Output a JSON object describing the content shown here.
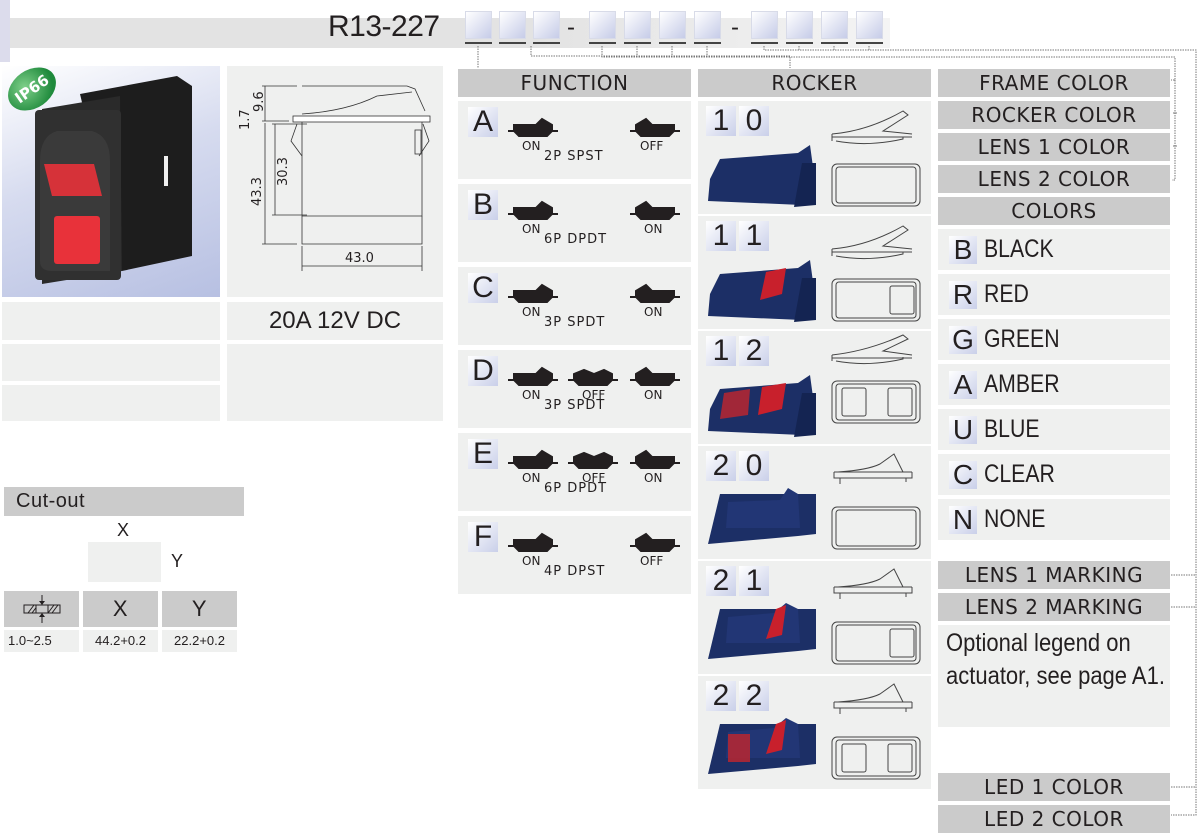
{
  "header": {
    "model_prefix": "R13-227",
    "code_groups": [
      {
        "slots": 3,
        "targets": [
          "FUNCTION",
          "ROCKER"
        ]
      },
      {
        "slots": 4,
        "targets": [
          "FRAME COLOR",
          "ROCKER COLOR",
          "LENS 1 COLOR",
          "LENS 2 COLOR"
        ]
      },
      {
        "slots": 4,
        "targets": [
          "LENS 1 MARKING",
          "LENS 2 MARKING",
          "LED 1 COLOR",
          "LED 2 COLOR"
        ]
      }
    ],
    "separator": "-"
  },
  "product": {
    "badge": "IP66",
    "rating": "20A 12V DC",
    "dimensions": {
      "d1": "9.6",
      "d2": "1.7",
      "d3": "30.3",
      "d4": "43.3",
      "d5": "43.0"
    }
  },
  "cutout": {
    "title": "Cut-out",
    "x_label": "X",
    "y_label": "Y",
    "table": {
      "headers": [
        "panel-thickness-icon",
        "X",
        "Y"
      ],
      "values": [
        "1.0~2.5",
        "44.2+0.2",
        "22.2+0.2"
      ]
    }
  },
  "function": {
    "title": "FUNCTION",
    "items": [
      {
        "code": "A",
        "positions": [
          "ON",
          "OFF"
        ],
        "desc": "2P SPST"
      },
      {
        "code": "B",
        "positions": [
          "ON",
          "ON"
        ],
        "desc": "6P DPDT"
      },
      {
        "code": "C",
        "positions": [
          "ON",
          "ON"
        ],
        "desc": "3P SPDT"
      },
      {
        "code": "D",
        "positions": [
          "ON",
          "OFF",
          "ON"
        ],
        "desc": "3P SPDT"
      },
      {
        "code": "E",
        "positions": [
          "ON",
          "OFF",
          "ON"
        ],
        "desc": "6P DPDT"
      },
      {
        "code": "F",
        "positions": [
          "ON",
          "OFF"
        ],
        "desc": "4P DPST"
      }
    ]
  },
  "rocker": {
    "title": "ROCKER",
    "items": [
      {
        "code": [
          "1",
          "0"
        ],
        "lenses": 0,
        "style": "wide"
      },
      {
        "code": [
          "1",
          "1"
        ],
        "lenses": 1,
        "style": "wide"
      },
      {
        "code": [
          "1",
          "2"
        ],
        "lenses": 2,
        "style": "wide"
      },
      {
        "code": [
          "2",
          "0"
        ],
        "lenses": 0,
        "style": "narrow"
      },
      {
        "code": [
          "2",
          "1"
        ],
        "lenses": 1,
        "style": "narrow"
      },
      {
        "code": [
          "2",
          "2"
        ],
        "lenses": 2,
        "style": "narrow"
      }
    ]
  },
  "options": {
    "frame_color": "FRAME COLOR",
    "rocker_color": "ROCKER COLOR",
    "lens1_color": "LENS 1 COLOR",
    "lens2_color": "LENS 2 COLOR",
    "colors_title": "COLORS",
    "colors": [
      {
        "code": "B",
        "name": "BLACK"
      },
      {
        "code": "R",
        "name": "RED"
      },
      {
        "code": "G",
        "name": "GREEN"
      },
      {
        "code": "A",
        "name": "AMBER"
      },
      {
        "code": "U",
        "name": "BLUE"
      },
      {
        "code": "C",
        "name": "CLEAR"
      },
      {
        "code": "N",
        "name": "NONE"
      }
    ],
    "lens1_marking": "LENS 1 MARKING",
    "lens2_marking": "LENS 2 MARKING",
    "marking_note": "Optional legend on actuator, see page A1.",
    "led1_color": "LED 1 COLOR",
    "led2_color": "LED 2 COLOR"
  },
  "palette": {
    "rocker_blue": "#1a2a5e",
    "lens_red": "#c8202c",
    "header_gray": "#cbcbcb",
    "cell_gray": "#eff0ef",
    "badge_green": "#1f8a3c"
  }
}
